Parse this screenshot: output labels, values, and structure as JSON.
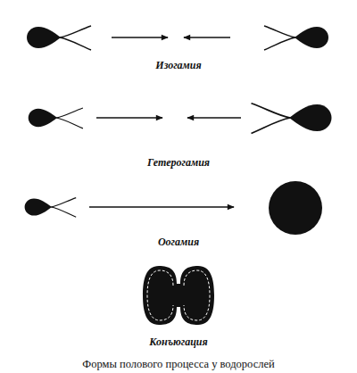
{
  "diagram": {
    "caption": "Формы полового процесса у водорослей",
    "labels": [
      "Изогамия",
      "Гетерогамия",
      "Оогамия",
      "Конъюгация"
    ]
  }
}
